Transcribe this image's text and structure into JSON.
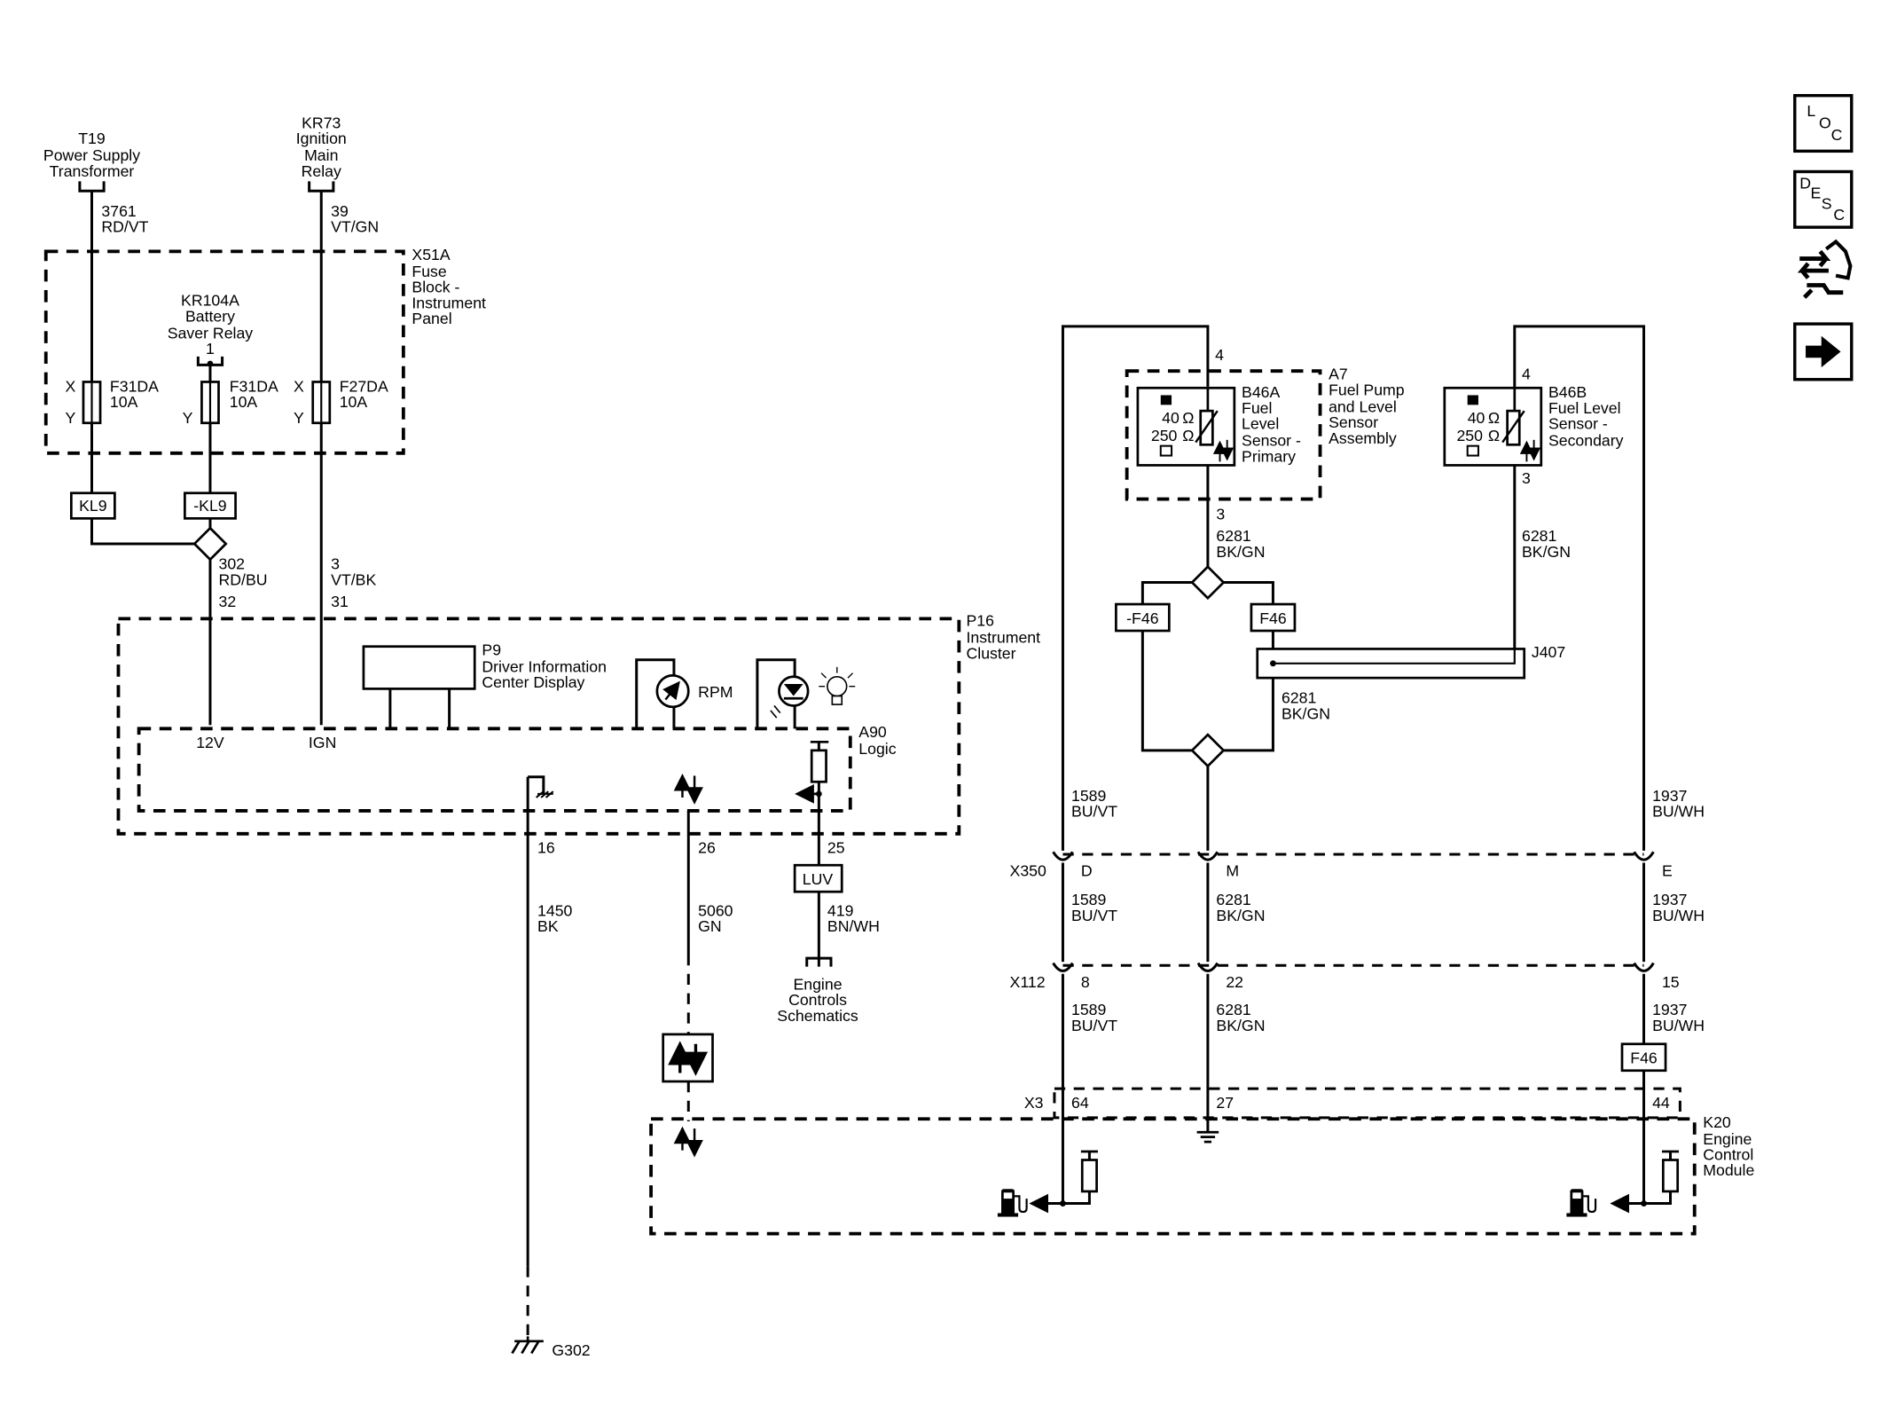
{
  "components": {
    "t19": [
      "T19",
      "Power Supply",
      "Transformer"
    ],
    "kr73": [
      "KR73",
      "Ignition",
      "Main",
      "Relay"
    ],
    "x51a": [
      "X51A",
      "Fuse",
      "Block -",
      "Instrument",
      "Panel"
    ],
    "kr104a": [
      "KR104A",
      "Battery",
      "Saver Relay"
    ],
    "p16": [
      "P16",
      "Instrument",
      "Cluster"
    ],
    "p9": [
      "P9",
      "Driver Information",
      "Center Display"
    ],
    "a90": [
      "A90",
      "Logic"
    ],
    "a7": [
      "A7",
      "Fuel Pump",
      "and Level",
      "Sensor",
      "Assembly"
    ],
    "b46a": [
      "B46A",
      "Fuel",
      "Level",
      "Sensor -",
      "Primary"
    ],
    "b46b": [
      "B46B",
      "Fuel Level",
      "Sensor -",
      "Secondary"
    ],
    "k20": [
      "K20",
      "Engine",
      "Control",
      "Module"
    ],
    "engine_controls": [
      "Engine",
      "Controls",
      "Schematics"
    ],
    "g302": "G302",
    "j407": "J407",
    "x350": "X350",
    "x112": "X112",
    "x3": "X3"
  },
  "fuses": {
    "f31da_1": [
      "F31DA",
      "10A"
    ],
    "f31da_2": [
      "F31DA",
      "10A"
    ],
    "f27da": [
      "F27DA",
      "10A"
    ],
    "x_label": "X",
    "y_label": "Y"
  },
  "tags": {
    "kl9": "KL9",
    "neg_kl9": "-KL9",
    "luv": "LUV",
    "neg_f46": "-F46",
    "f46": "F46"
  },
  "internal_labels": {
    "v12": "12V",
    "ign": "IGN",
    "rpm": "RPM",
    "ohm40": "40",
    "ohm250": "250",
    "ohm_unit": "Ω"
  },
  "wires": {
    "w3761": [
      "3761",
      "RD/VT"
    ],
    "w39": [
      "39",
      "VT/GN"
    ],
    "w302": [
      "302",
      "RD/BU"
    ],
    "w3": [
      "3",
      "VT/BK"
    ],
    "w1450": [
      "1450",
      "BK"
    ],
    "w5060": [
      "5060",
      "GN"
    ],
    "w419": [
      "419",
      "BN/WH"
    ],
    "w6281": [
      "6281",
      "BK/GN"
    ],
    "w1589": [
      "1589",
      "BU/VT"
    ],
    "w1937": [
      "1937",
      "BU/WH"
    ]
  },
  "pins": {
    "p1": "1",
    "p32": "32",
    "p31": "31",
    "p16": "16",
    "p26": "26",
    "p25": "25",
    "p4": "4",
    "p3": "3",
    "pD": "D",
    "pM": "M",
    "pE": "E",
    "p8": "8",
    "p22": "22",
    "p15": "15",
    "p64": "64",
    "p27": "27",
    "p44": "44"
  },
  "nav": {
    "loc": [
      "L",
      "O",
      "C"
    ],
    "desc": [
      "D",
      "E",
      "S",
      "C"
    ],
    "icons": [
      "loc-button-icon",
      "desc-button-icon",
      "connector-repair-icon",
      "next-arrow-icon"
    ]
  }
}
